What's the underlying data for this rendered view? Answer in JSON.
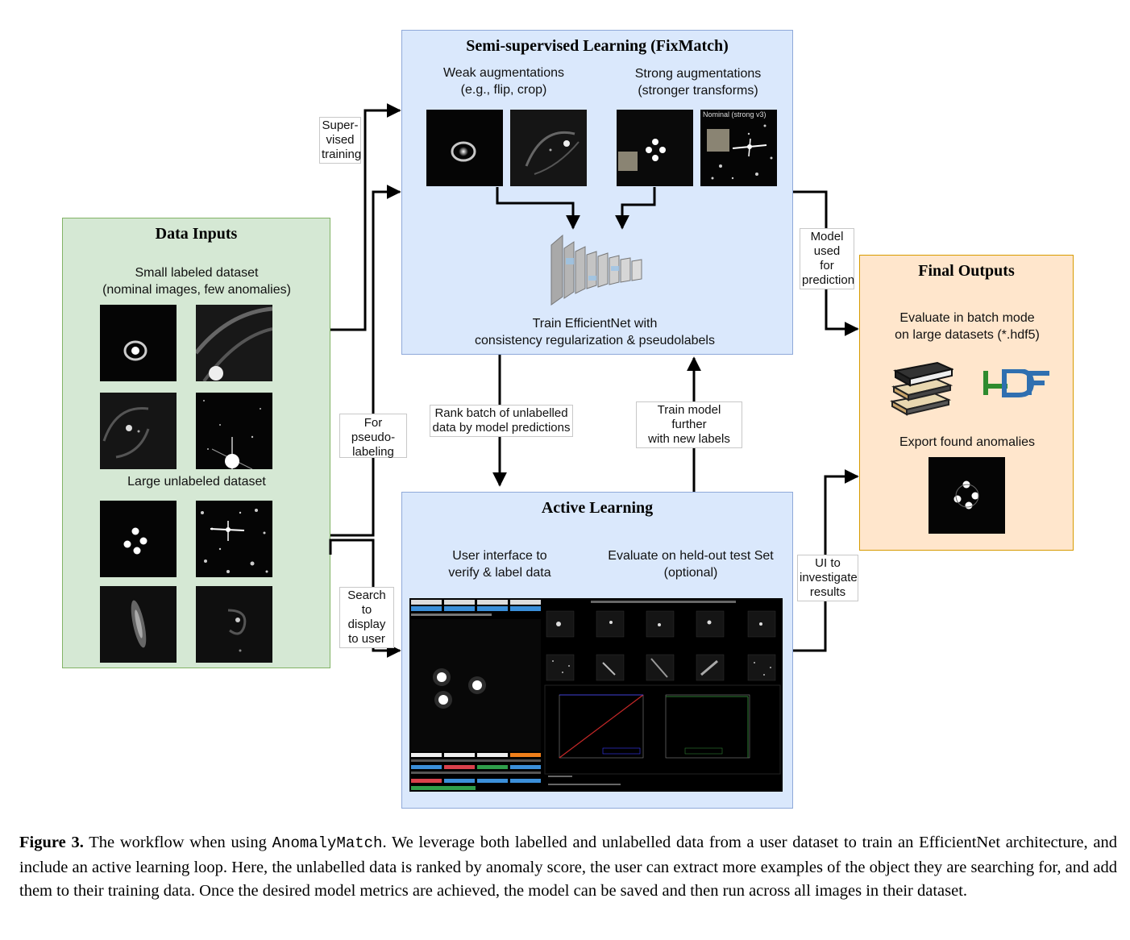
{
  "fixmatch": {
    "title": "Semi-supervised Learning (FixMatch)",
    "weak": "Weak augmentations\n(e.g., flip, crop)",
    "strong": "Strong augmentations\n(stronger transforms)",
    "strong_thumb_caption": "Nominal (strong v3)",
    "train": "Train EfficientNet with\nconsistency regularization & pseudolabels"
  },
  "inputs": {
    "title": "Data Inputs",
    "labeled": "Small labeled dataset\n(nominal images, few anomalies)",
    "unlabeled": "Large unlabeled dataset"
  },
  "active": {
    "title": "Active Learning",
    "ui": "User interface to\nverify & label data",
    "evaluate": "Evaluate on held-out test Set\n(optional)"
  },
  "outputs": {
    "title": "Final Outputs",
    "batch": "Evaluate in batch mode\non large datasets (*.hdf5)",
    "export": "Export found anomalies"
  },
  "edge_labels": {
    "supervised": "Super-\nvised\ntraining",
    "pseudo": "For pseudo-\nlabeling",
    "search": "Search\nto display\nto user",
    "rank": "Rank batch of unlabelled\ndata by model predictions",
    "train_further": "Train model further\nwith new labels",
    "model_used": "Model\nused\nfor\nprediction",
    "ui_investigate": "UI to\ninvestigate\nresults"
  },
  "caption": {
    "label": "Figure 3.",
    "text_before": " The workflow when using ",
    "code": "AnomalyMatch",
    "text_after": ". We leverage both labelled and unlabelled data from a user dataset to train an EfficientNet architecture, and include an active learning loop. Here, the unlabelled data is ranked by anomaly score, the user can extract more examples of the object they are searching for, and add them to their training data. Once the desired model metrics are achieved, the model can be saved and then run across all images in their dataset."
  },
  "colors": {
    "blue_fill": "#dae8fc",
    "blue_border": "#8fa9d9",
    "green_fill": "#d5e8d4",
    "green_border": "#82b366",
    "orange_fill": "#ffe6cc",
    "orange_border": "#d79b00"
  }
}
